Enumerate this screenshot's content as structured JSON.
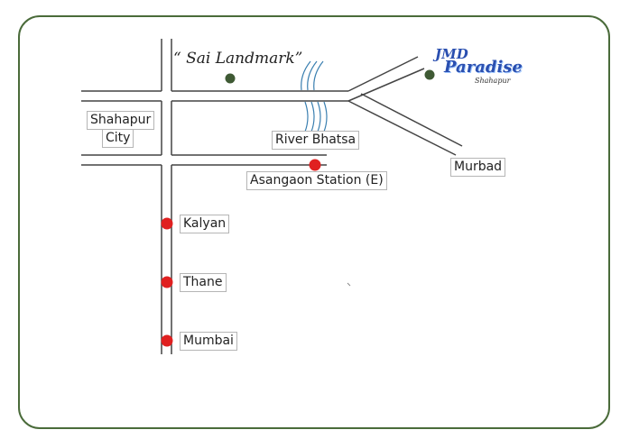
{
  "landmark": {
    "label": "“ Sai Landmark”"
  },
  "logo": {
    "brand_top": "JMD",
    "brand_main": "Paradise",
    "brand_sub": "Shahapur"
  },
  "places": {
    "shahapur_line1": "Shahapur",
    "shahapur_line2": "City",
    "river": "River Bhatsa",
    "station": "Asangaon Station (E)",
    "murbad": "Murbad",
    "kalyan": "Kalyan",
    "thane": "Thane",
    "mumbai": "Mumbai"
  },
  "colors": {
    "frame": "#4a6b3a",
    "road": "#444444",
    "river": "#3a7fb0",
    "station_dot": "#e02020",
    "landmark_dot": "#3f5a34"
  }
}
